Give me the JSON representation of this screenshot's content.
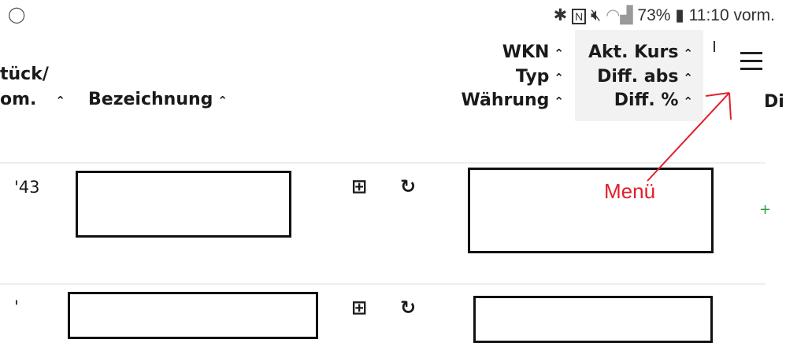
{
  "status_bar": {
    "battery": "73%",
    "time": "11:10 vorm.",
    "icons": [
      "whatsapp-icon",
      "bluetooth-icon",
      "nfc-icon",
      "mute-icon",
      "wifi-icon",
      "signal-icon",
      "battery-icon"
    ]
  },
  "headers": {
    "stueck_line1": "tück/",
    "stueck_line2": "om.",
    "bezeichnung": "Bezeichnung",
    "wkn": "WKN",
    "typ": "Typ",
    "waehrung": "Währung",
    "akt_kurs": "Akt. Kurs",
    "diff_abs": "Diff. abs",
    "diff_pct": "Diff. %",
    "cut_right": "Di"
  },
  "rows": [
    {
      "stueck": "'43"
    },
    {
      "stueck": "'"
    }
  ],
  "annotation": {
    "label": "Menü",
    "color": "#e0202a"
  },
  "colors": {
    "header_highlight": "#f2f2f2",
    "positive": "#2a9d3a"
  }
}
